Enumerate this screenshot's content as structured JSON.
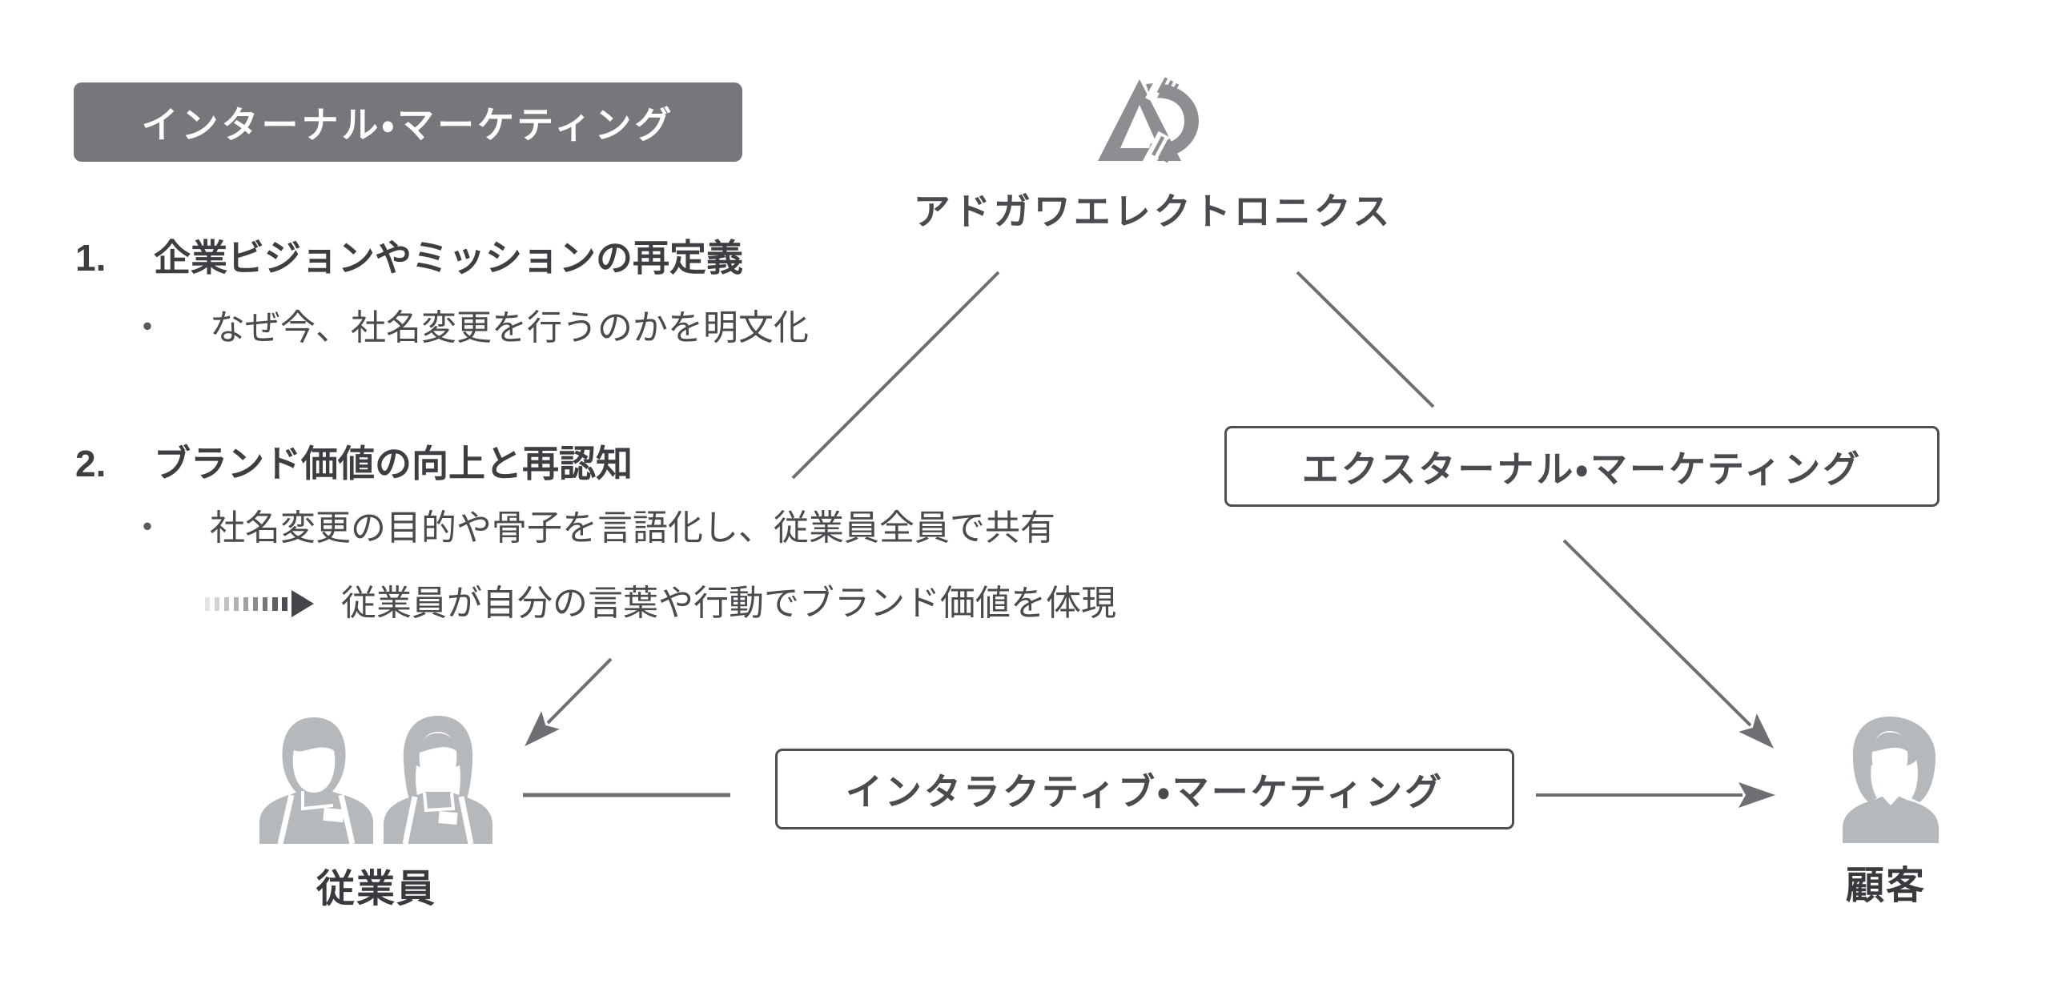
{
  "header": {
    "label": "インターナル・マーケティング"
  },
  "company": {
    "name": "アドガワエレクトロニクス",
    "logo_icon": "ad-monogram-logo"
  },
  "list": {
    "bullet_char": "・",
    "items": [
      {
        "number": "1.",
        "title": "企業ビジョンやミッションの再定義",
        "bullet": "なぜ今、社名変更を行うのかを明文化"
      },
      {
        "number": "2.",
        "title": "ブランド価値の向上と再認知",
        "bullet": "社名変更の目的や骨子を言語化し、従業員全員で共有",
        "outcome": "従業員が自分の言葉や行動でブランド価値を体現"
      }
    ]
  },
  "relations": {
    "external_label": "エクスターナル・マーケティング",
    "interactive_label": "インタラクティブ・マーケティング"
  },
  "actors": {
    "employees_label": "従業員",
    "customer_label": "顧客"
  },
  "icons": {
    "company_logo": "ad-monogram-logo",
    "employees": "staff-pair-icon",
    "customer": "customer-icon",
    "outcome_arrow": "fading-dash-arrow-icon"
  },
  "colors": {
    "header_bg": "#77777b",
    "header_text": "#ffffff",
    "title_text": "#3e3e42",
    "body_text": "#4b4b4f",
    "line": "#6f6f73",
    "box_border": "#4d4d52",
    "icon_gray": "#b6b9bb",
    "logo_gray": "#8e8e92"
  }
}
